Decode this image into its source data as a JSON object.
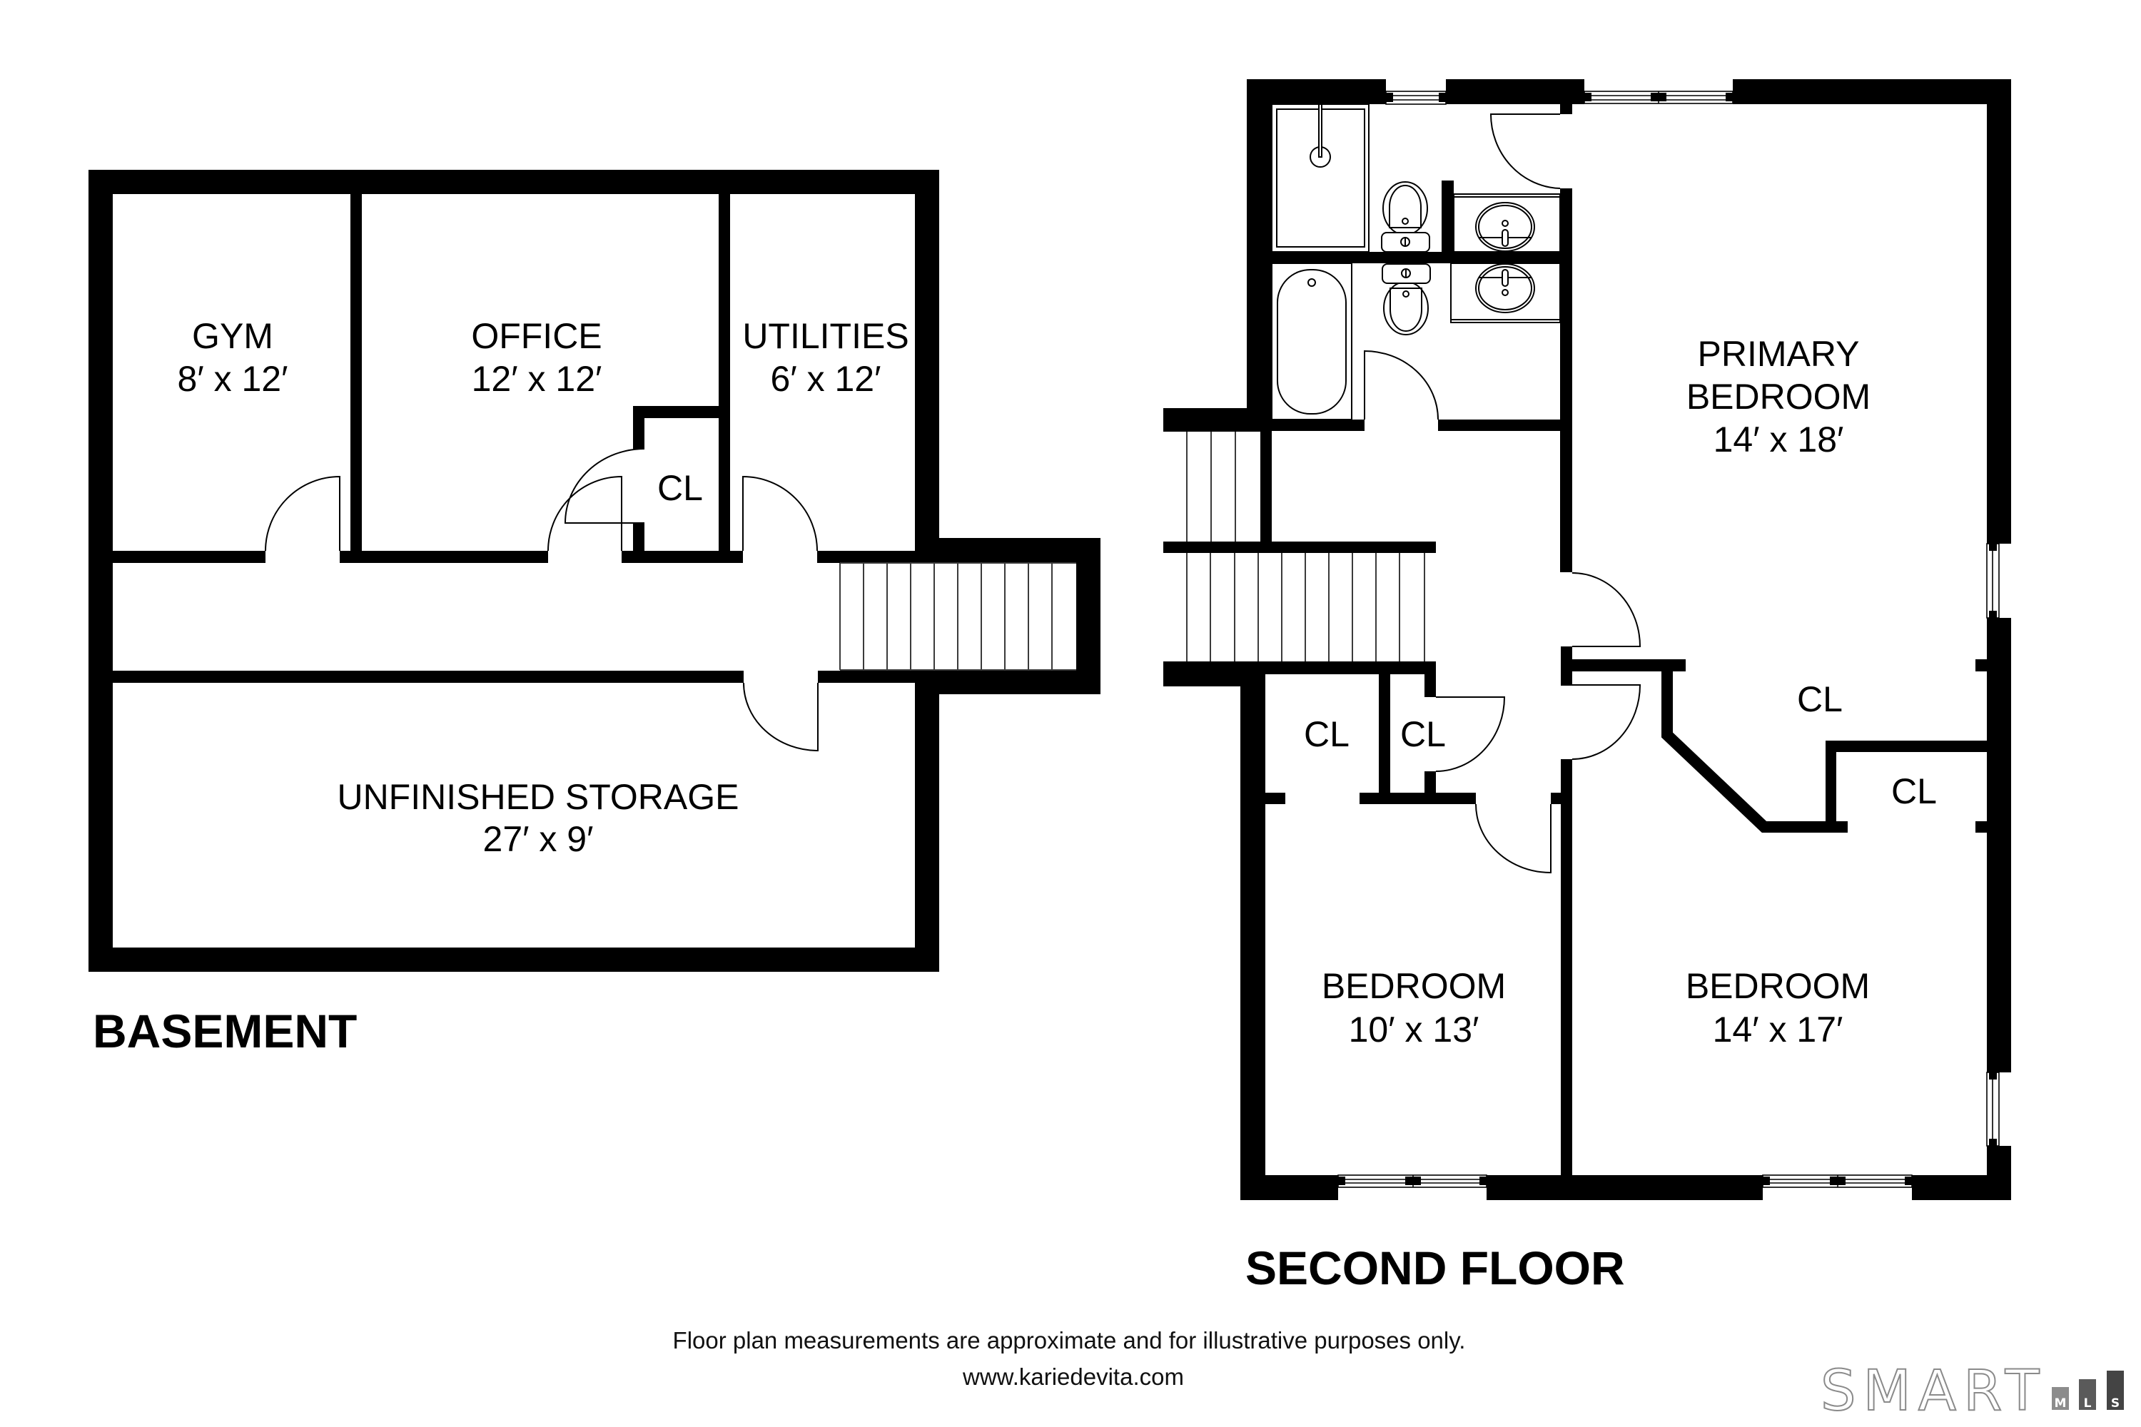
{
  "basement": {
    "title": "BASEMENT",
    "rooms": {
      "gym": {
        "name": "GYM",
        "dims": "8′ x 12′"
      },
      "office": {
        "name": "OFFICE",
        "dims": "12′ x 12′"
      },
      "utilities": {
        "name": "UTILITIES",
        "dims": "6′ x 12′"
      },
      "closet": {
        "name": "CL"
      },
      "storage": {
        "name": "UNFINISHED STORAGE",
        "dims": "27′ x 9′"
      }
    },
    "stair_treads": 10
  },
  "second_floor": {
    "title": "SECOND FLOOR",
    "rooms": {
      "primary_bedroom": {
        "name_line1": "PRIMARY",
        "name_line2": "BEDROOM",
        "dims": "14′ x 18′"
      },
      "primary_closet": {
        "name": "CL"
      },
      "bedroom3_closet": {
        "name": "CL"
      },
      "bedroom2_closet_a": {
        "name": "CL"
      },
      "bedroom2_closet_b": {
        "name": "CL"
      },
      "bedroom_2": {
        "name": "BEDROOM",
        "dims": "10′ x 13′"
      },
      "bedroom_3": {
        "name": "BEDROOM",
        "dims": "14′ x 17′"
      }
    }
  },
  "footer": {
    "disclaimer": "Floor plan measurements are approximate and for illustrative purposes only.",
    "website": "www.kariedevita.com"
  },
  "logo": {
    "word": "SMART",
    "bars": [
      {
        "letter": "M",
        "color": "#8c8c8c"
      },
      {
        "letter": "L",
        "color": "#5a5a5a"
      },
      {
        "letter": "S",
        "color": "#444444"
      }
    ]
  },
  "colors": {
    "walls": "#000000",
    "background": "#ffffff",
    "logo_outline": "#8a8a8a"
  }
}
